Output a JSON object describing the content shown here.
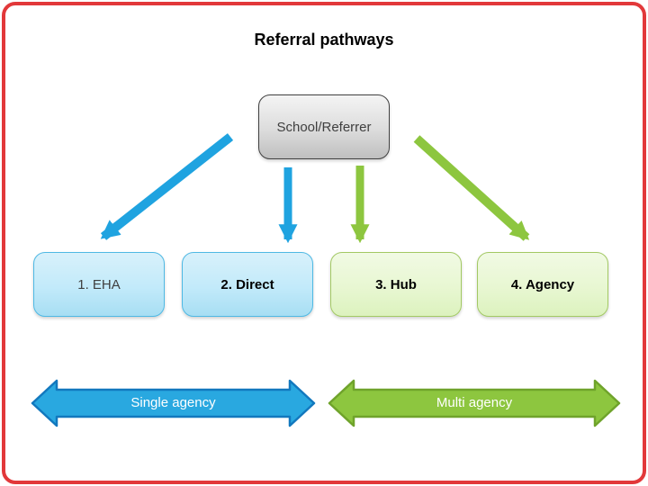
{
  "title": "Referral pathways",
  "diagram": {
    "source": {
      "label": "School/Referrer"
    },
    "nodes": [
      {
        "label": "1. EHA",
        "theme": "blue"
      },
      {
        "label": "2. Direct",
        "theme": "blue"
      },
      {
        "label": "3. Hub",
        "theme": "green"
      },
      {
        "label": "4. Agency",
        "theme": "green"
      }
    ],
    "connectors": [
      {
        "from": "School/Referrer",
        "to": "1. EHA",
        "color": "#1fa3e0"
      },
      {
        "from": "School/Referrer",
        "to": "2. Direct",
        "color": "#1fa3e0"
      },
      {
        "from": "School/Referrer",
        "to": "3. Hub",
        "color": "#8dc63f"
      },
      {
        "from": "School/Referrer",
        "to": "4. Agency",
        "color": "#8dc63f"
      }
    ],
    "legend_arrows": [
      {
        "label": "Single agency",
        "fill": "#29a8e0",
        "stroke": "#1278be"
      },
      {
        "label": "Multi agency",
        "fill": "#8dc63f",
        "stroke": "#6fa32b"
      }
    ]
  },
  "colors": {
    "slide_border": "#e2383a",
    "blue_arrow": "#1fa3e0",
    "green_arrow": "#8dc63f",
    "gray_box_border": "#404040",
    "blue_box_border": "#4fb9e4",
    "green_box_border": "#a3c964"
  }
}
